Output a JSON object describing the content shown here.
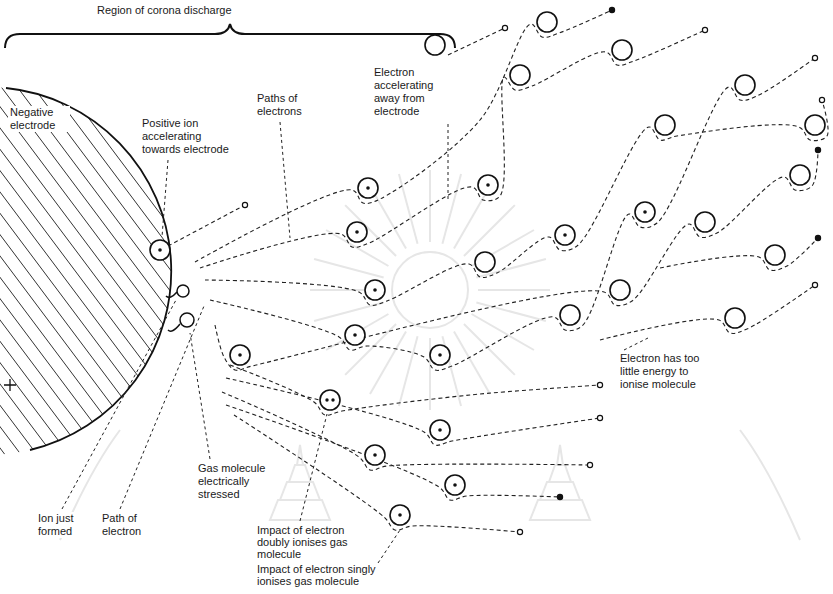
{
  "diagram": {
    "labels": [
      "Region of corona discharge",
      "Negative electrode",
      "Paths of electrons",
      "Positive ion accelerating towards electrode",
      "Electron accelerating away from electrode",
      "Electron has too little energy to ionise molecule",
      "Gas molecule electrically stressed",
      "Ion just formed",
      "Path of electron",
      "Impact of electron doubly ionises gas molecule",
      "Impact of electron singly ionises gas molecule"
    ]
  }
}
